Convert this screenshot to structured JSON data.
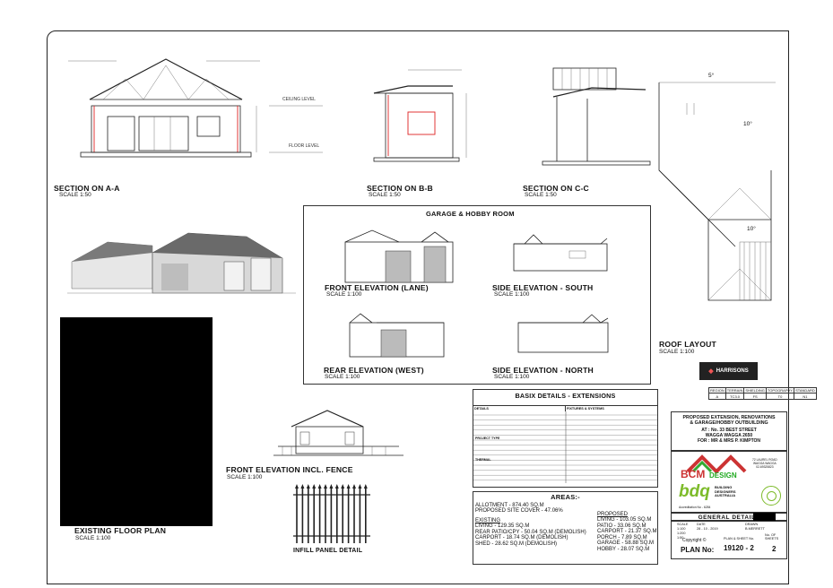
{
  "sections": {
    "aa": {
      "title": "SECTION ON A-A",
      "scale": "SCALE 1:50"
    },
    "bb": {
      "title": "SECTION ON B-B",
      "scale": "SCALE 1:50"
    },
    "cc": {
      "title": "SECTION ON C-C",
      "scale": "SCALE 1:50"
    }
  },
  "section_labels": {
    "ceiling": "CEILING LEVEL",
    "floor": "FLOOR LEVEL"
  },
  "garage": {
    "heading": "GARAGE & HOBBY ROOM",
    "front": {
      "title": "FRONT ELEVATION (LANE)",
      "scale": "SCALE 1:100"
    },
    "south": {
      "title": "SIDE ELEVATION - SOUTH",
      "scale": "SCALE 1:100"
    },
    "rear": {
      "title": "REAR ELEVATION (WEST)",
      "scale": "SCALE 1:100"
    },
    "north": {
      "title": "SIDE ELEVATION - NORTH",
      "scale": "SCALE 1:100"
    }
  },
  "front_fence": {
    "title": "FRONT ELEVATION INCL. FENCE",
    "scale": "SCALE 1:100"
  },
  "floor_plan": {
    "title": "EXISTING FLOOR PLAN",
    "scale": "SCALE 1:100"
  },
  "infill": {
    "title": "INFILL PANEL DETAIL"
  },
  "roof": {
    "title": "ROOF LAYOUT",
    "scale": "SCALE 1:100",
    "pitch_top": "5°",
    "pitch_mid": "10°",
    "pitch_low": "10°"
  },
  "basix": {
    "title": "BASIX DETAILS  -  EXTENSIONS",
    "sub_left": "DETAILS",
    "sub_right": "FIXTURES & SYSTEMS",
    "thermal": "THERMAL",
    "proj": "PROJECT TYPE"
  },
  "areas": {
    "title": "AREAS:-",
    "allotment": "ALLOTMENT - 874.40 SQ.M",
    "cover": "PROPOSED SITE COVER - 47.06%",
    "existing_head": "EXISTING",
    "existing": [
      "LIVING - 129.35 SQ.M",
      "REAR PATIO/CPY - 50.04 SQ.M (DEMOLISH)",
      "CARPORT - 18.74 SQ.M (DEMOLISH)",
      "SHED - 28.62 SQ.M (DEMOLISH)"
    ],
    "proposed_head": "PROPOSED",
    "proposed": [
      "LIVING - 103.05 SQ.M",
      "PATIO - 33.06 SQ.M",
      "CARPORT - 21.37 SQ.M",
      "PORCH - 7.89 SQ.M",
      "GARAGE - 58.88 SQ.M",
      "HOBBY - 28.07 SQ.M"
    ]
  },
  "titleblock": {
    "brand": "HARRISONS",
    "site_headers": [
      "REGION",
      "TERRAIN",
      "SHIELDING",
      "TOPOGRAPHY",
      "STANDARD"
    ],
    "site_values": [
      "A",
      "TC3.0",
      "FS",
      "T0",
      "N1"
    ],
    "project_lines": [
      "PROPOSED EXTENSION, RENOVATIONS",
      "& GARAGE/HOBBY OUTBUILDING"
    ],
    "at": "AT : No. 33 BEST STREET",
    "town": "WAGGA WAGGA   2650",
    "for": "FOR : MR & MRS  P. KIMPTON",
    "bcm": "BCM",
    "design": "DESIGN",
    "bcm_addr": [
      "72 LAUREL ROAD",
      "WAGGA WAGGA",
      "02-69325823"
    ],
    "bdq": "bdq",
    "bdq_lines": [
      "BUILDING",
      "DESIGNERS",
      "AUSTRALIA"
    ],
    "accreditation": "Accreditation No - 6284",
    "general": "GENERAL DETAILS",
    "scale_label": "SCALE",
    "scale_vals": [
      "1:100",
      "1:200",
      "1:50"
    ],
    "date_label": "DATE",
    "date_val": "28 - 10 - 2019",
    "drawn_label": "DRAWN",
    "drawn_val": "B.MERRETT",
    "plan_sheet_label": "PLAN & SHEET No.",
    "sheets_label": "No. OF SHEETS",
    "copyright": "Copyright ©",
    "plan_no_label": "PLAN No:",
    "plan_no": "19120 - 2",
    "sheets": "2"
  }
}
